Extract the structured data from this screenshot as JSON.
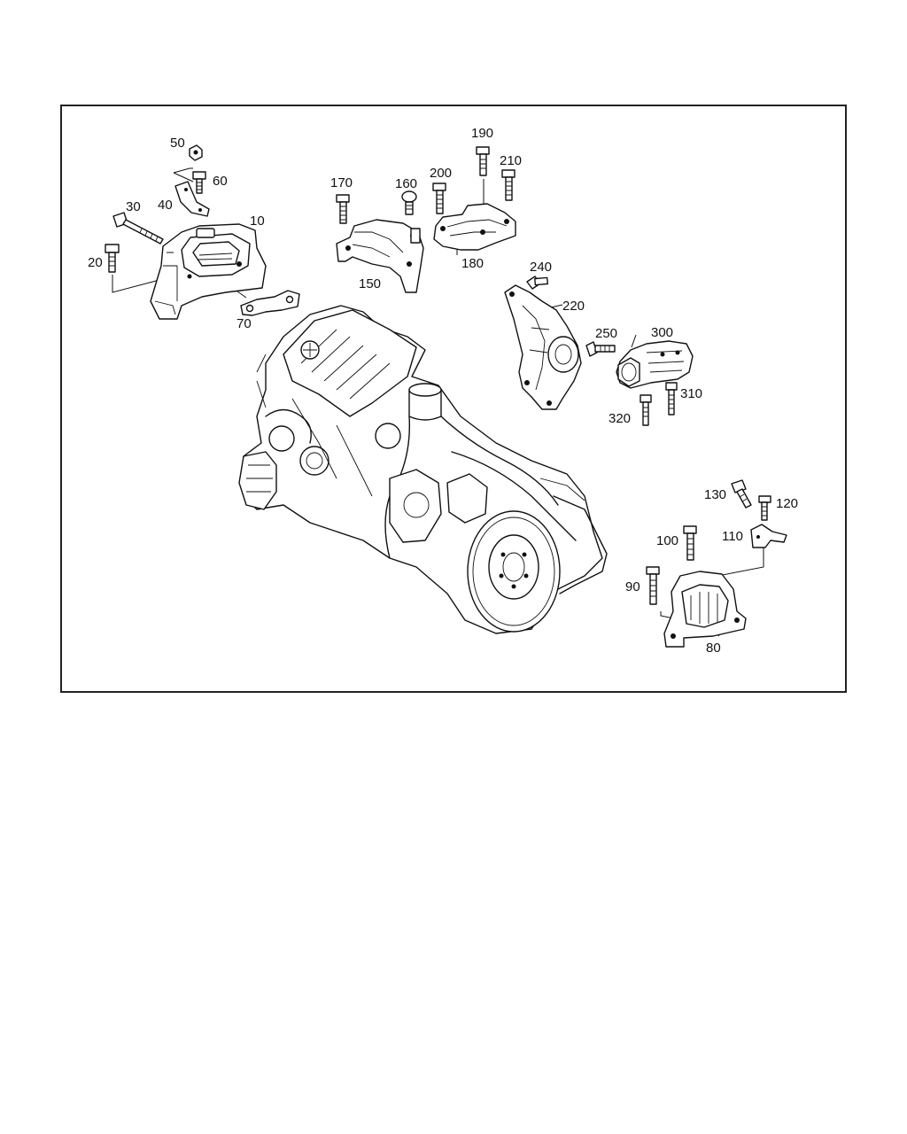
{
  "diagram": {
    "callouts": {
      "c10": "10",
      "c20": "20",
      "c30": "30",
      "c40": "40",
      "c50": "50",
      "c60": "60",
      "c70": "70",
      "c80": "80",
      "c90": "90",
      "c100": "100",
      "c110": "110",
      "c120": "120",
      "c130": "130",
      "c150": "150",
      "c160": "160",
      "c170": "170",
      "c180": "180",
      "c190": "190",
      "c200": "200",
      "c210": "210",
      "c220": "220",
      "c240": "240",
      "c250": "250",
      "c300": "300",
      "c310": "310",
      "c320": "320"
    }
  }
}
